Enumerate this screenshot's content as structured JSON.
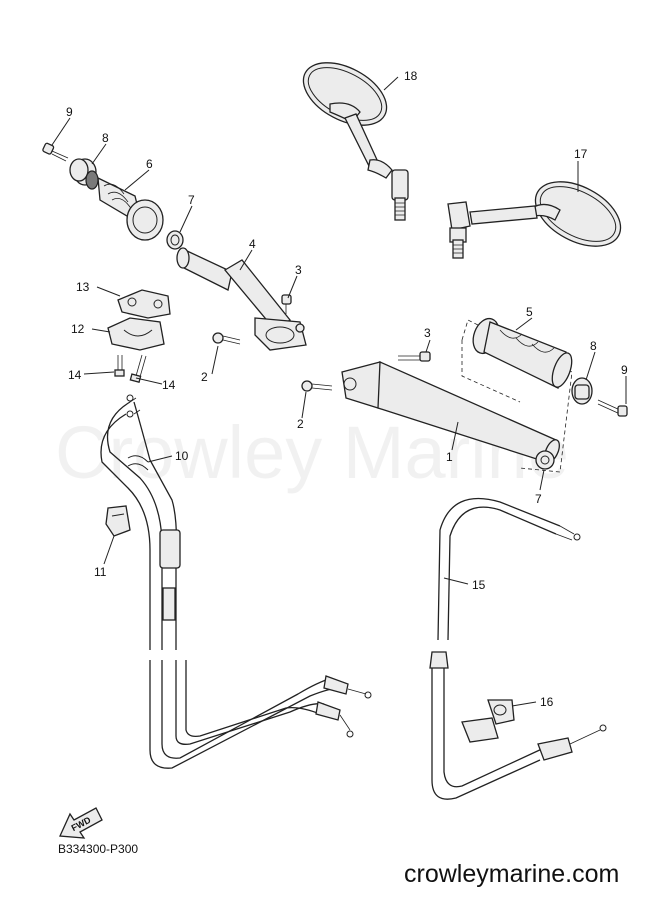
{
  "callouts": {
    "c1": "1",
    "c2a": "2",
    "c2b": "2",
    "c3a": "3",
    "c3b": "3",
    "c4": "4",
    "c5": "5",
    "c6": "6",
    "c7a": "7",
    "c7b": "7",
    "c8a": "8",
    "c8b": "8",
    "c9a": "9",
    "c9b": "9",
    "c10": "10",
    "c11": "11",
    "c12": "12",
    "c13": "13",
    "c14a": "14",
    "c14b": "14",
    "c15": "15",
    "c16": "16",
    "c17": "17",
    "c18": "18"
  },
  "watermark": "Crowley Marine",
  "fwd_label": "FWD",
  "diagram_code": "B334300-P300",
  "website": "crowleymarine.com"
}
